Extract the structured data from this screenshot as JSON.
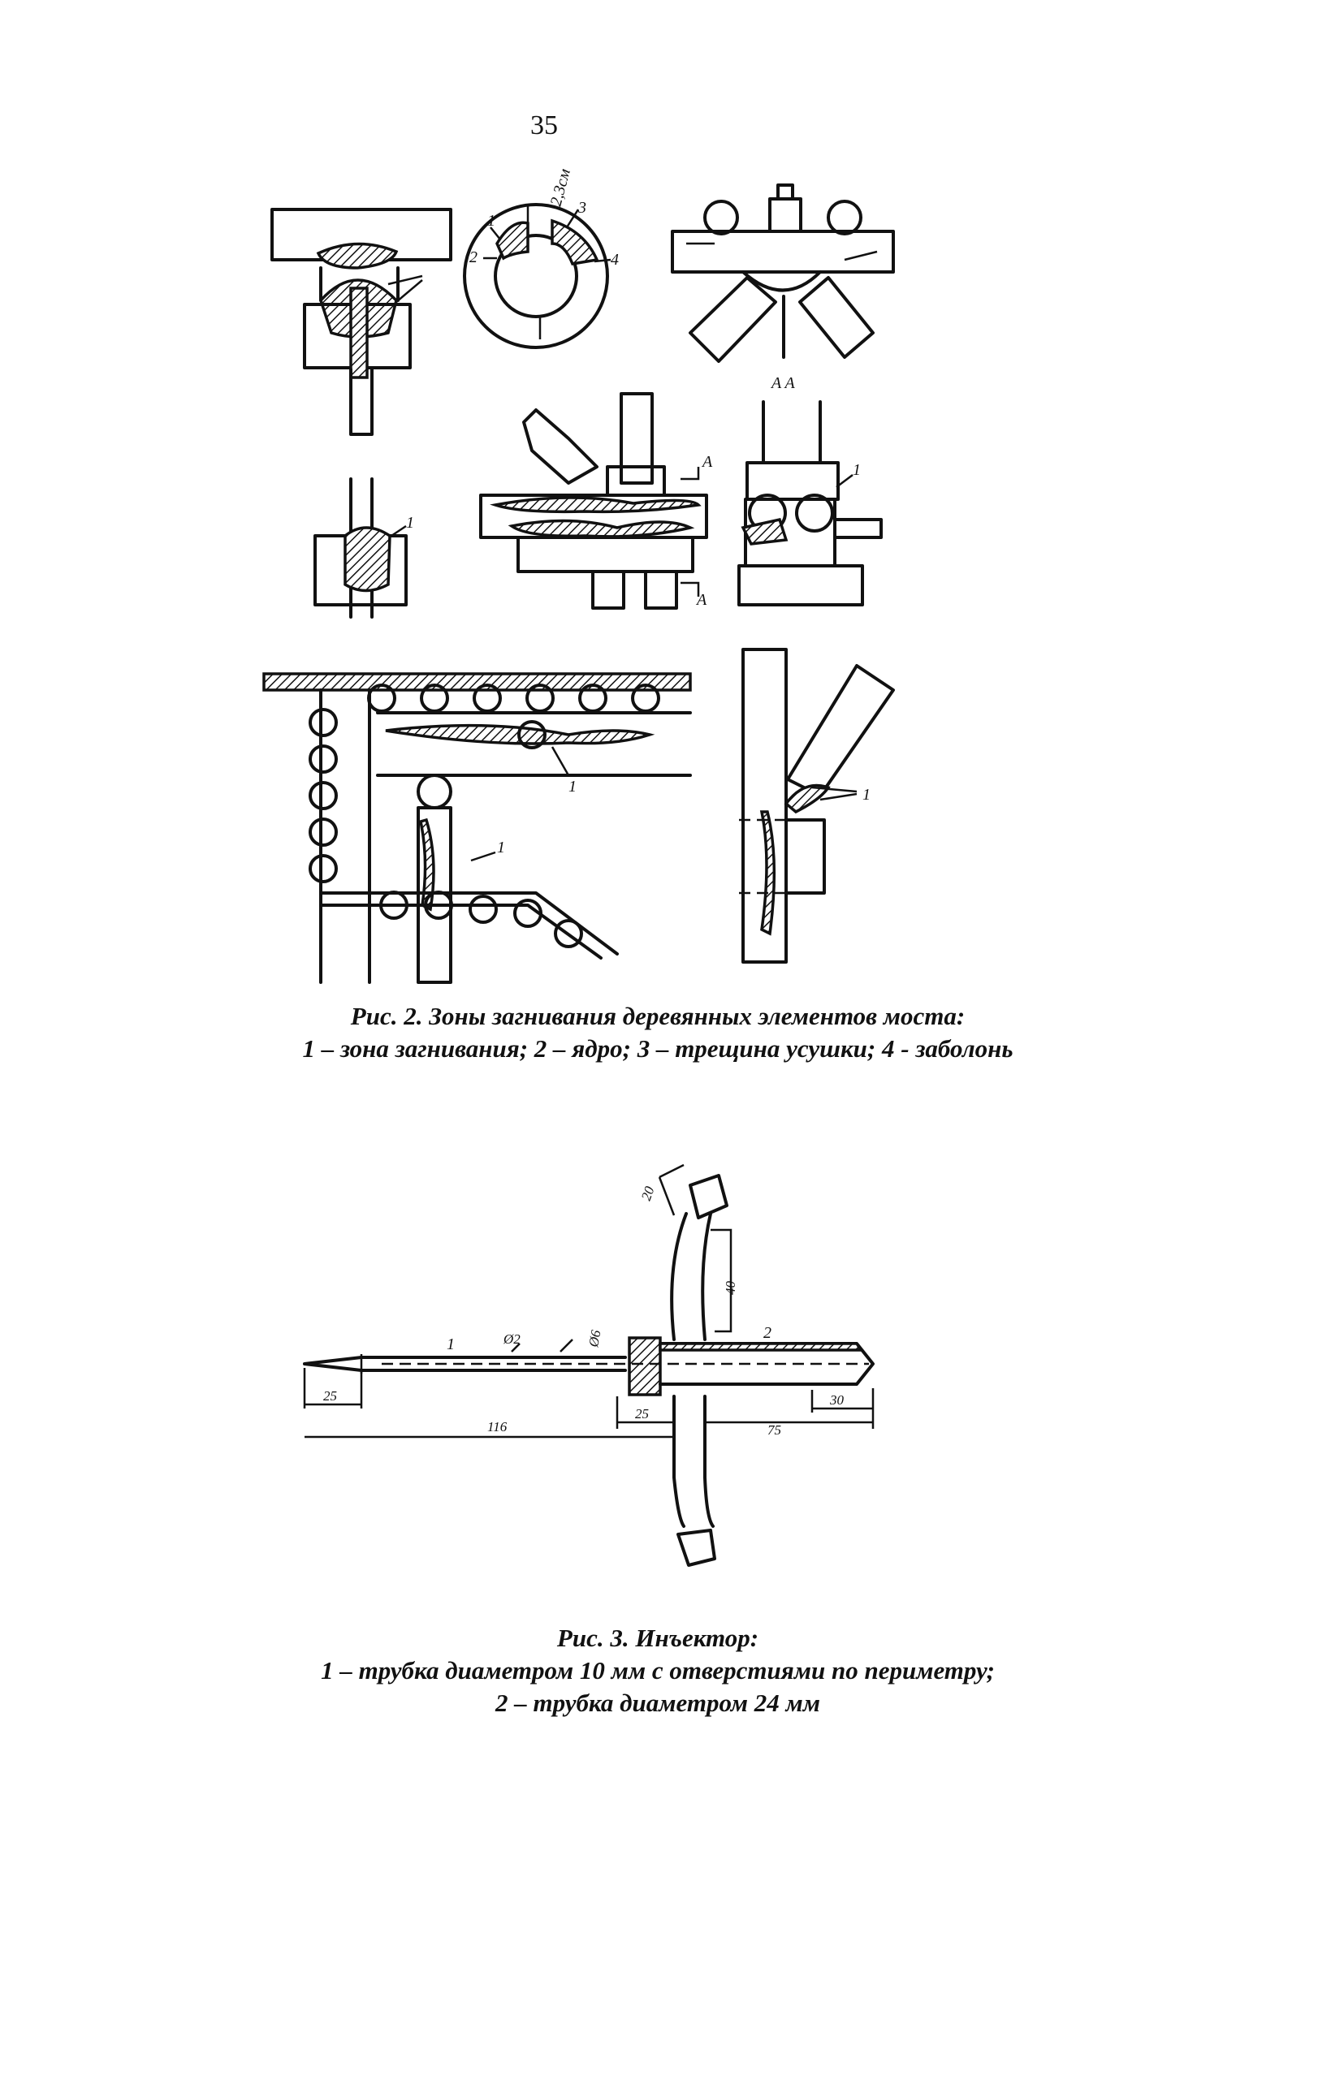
{
  "page": {
    "number": "35"
  },
  "figure2": {
    "labels": {
      "one": "1",
      "two": "2",
      "three": "3",
      "four": "4",
      "dim_ring": "2,3см",
      "section_a": "A",
      "section_aa": "A A"
    },
    "caption": {
      "line1": "Рис. 2. Зоны загнивания деревянных элементов моста:",
      "line2": "1 – зона загнивания; 2 – ядро; 3 – трещина усушки; 4 - заболонь"
    }
  },
  "figure3": {
    "dimensions": {
      "top_tip": "20",
      "vertical": "40",
      "tip_left": "25",
      "total_left": "116",
      "collar": "25",
      "right_part": "75",
      "right_end": "30",
      "dia_small": "Ø2",
      "dia_large": "Ø6"
    },
    "part_labels": {
      "tube1": "1",
      "tube2": "2"
    },
    "caption": {
      "line1": "Рис. 3. Инъектор:",
      "line2": "1 – трубка диаметром 10 мм с отверстиями по периметру;",
      "line3": "2 – трубка диаметром 24 мм"
    }
  }
}
